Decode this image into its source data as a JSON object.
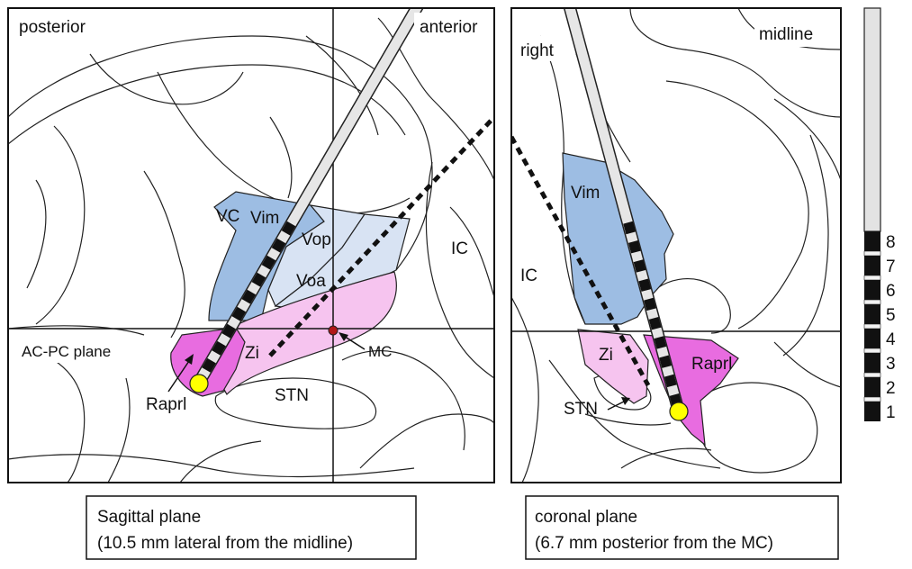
{
  "sagittal": {
    "corner_left": "posterior",
    "corner_right": "anterior",
    "labels": {
      "vc": "VC",
      "vim": "Vim",
      "vop": "Vop",
      "voa": "Voa",
      "ic": "IC",
      "acpc": "AC-PC plane",
      "zi": "Zi",
      "mc": "MC",
      "stn": "STN",
      "raprl": "Raprl"
    },
    "caption_line1": "Sagittal plane",
    "caption_line2": "(10.5 mm lateral from the midline)"
  },
  "coronal": {
    "corner_left": "right",
    "corner_right": "midline",
    "labels": {
      "vim": "Vim",
      "ic": "IC",
      "zi": "Zi",
      "raprl": "Raprl",
      "stn": "STN"
    },
    "caption_line1": "coronal plane",
    "caption_line2": "(6.7 mm posterior from the MC)"
  },
  "electrode_scale": {
    "contacts": [
      "8",
      "7",
      "6",
      "5",
      "4",
      "3",
      "2",
      "1"
    ]
  },
  "colors": {
    "vim": "#9dbde3",
    "vop_voa": "#d8e3f3",
    "zi": "#f6c4ef",
    "raprl": "#e86ce0",
    "tip": "#ffff00",
    "mc": "#b01818"
  }
}
